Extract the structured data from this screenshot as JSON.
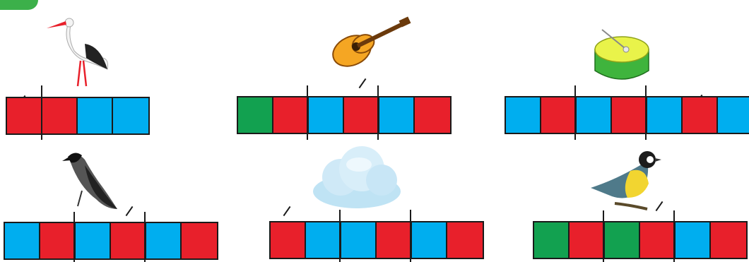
{
  "palette": {
    "vowel": "#e8202b",
    "consonant_hard": "#00aeef",
    "consonant_soft": "#12a150",
    "tab": "#3cb04a"
  },
  "tasks": [
    {
      "picture": "stork-icon",
      "cells": [
        "red",
        "red",
        "blue",
        "blue"
      ]
    },
    {
      "picture": "guitar-icon",
      "cells": [
        "green",
        "red",
        "blue",
        "red",
        "blue",
        "red"
      ]
    },
    {
      "picture": "drum-icon",
      "cells": [
        "blue",
        "red",
        "blue",
        "red",
        "blue",
        "red",
        "blue"
      ]
    },
    {
      "picture": "crow-icon",
      "cells": [
        "blue",
        "red",
        "blue",
        "red",
        "blue",
        "red"
      ]
    },
    {
      "picture": "cloud-icon",
      "cells": [
        "red",
        "blue",
        "blue",
        "red",
        "blue",
        "red"
      ]
    },
    {
      "picture": "tit-icon",
      "cells": [
        "green",
        "red",
        "green",
        "red",
        "blue",
        "red"
      ]
    }
  ]
}
